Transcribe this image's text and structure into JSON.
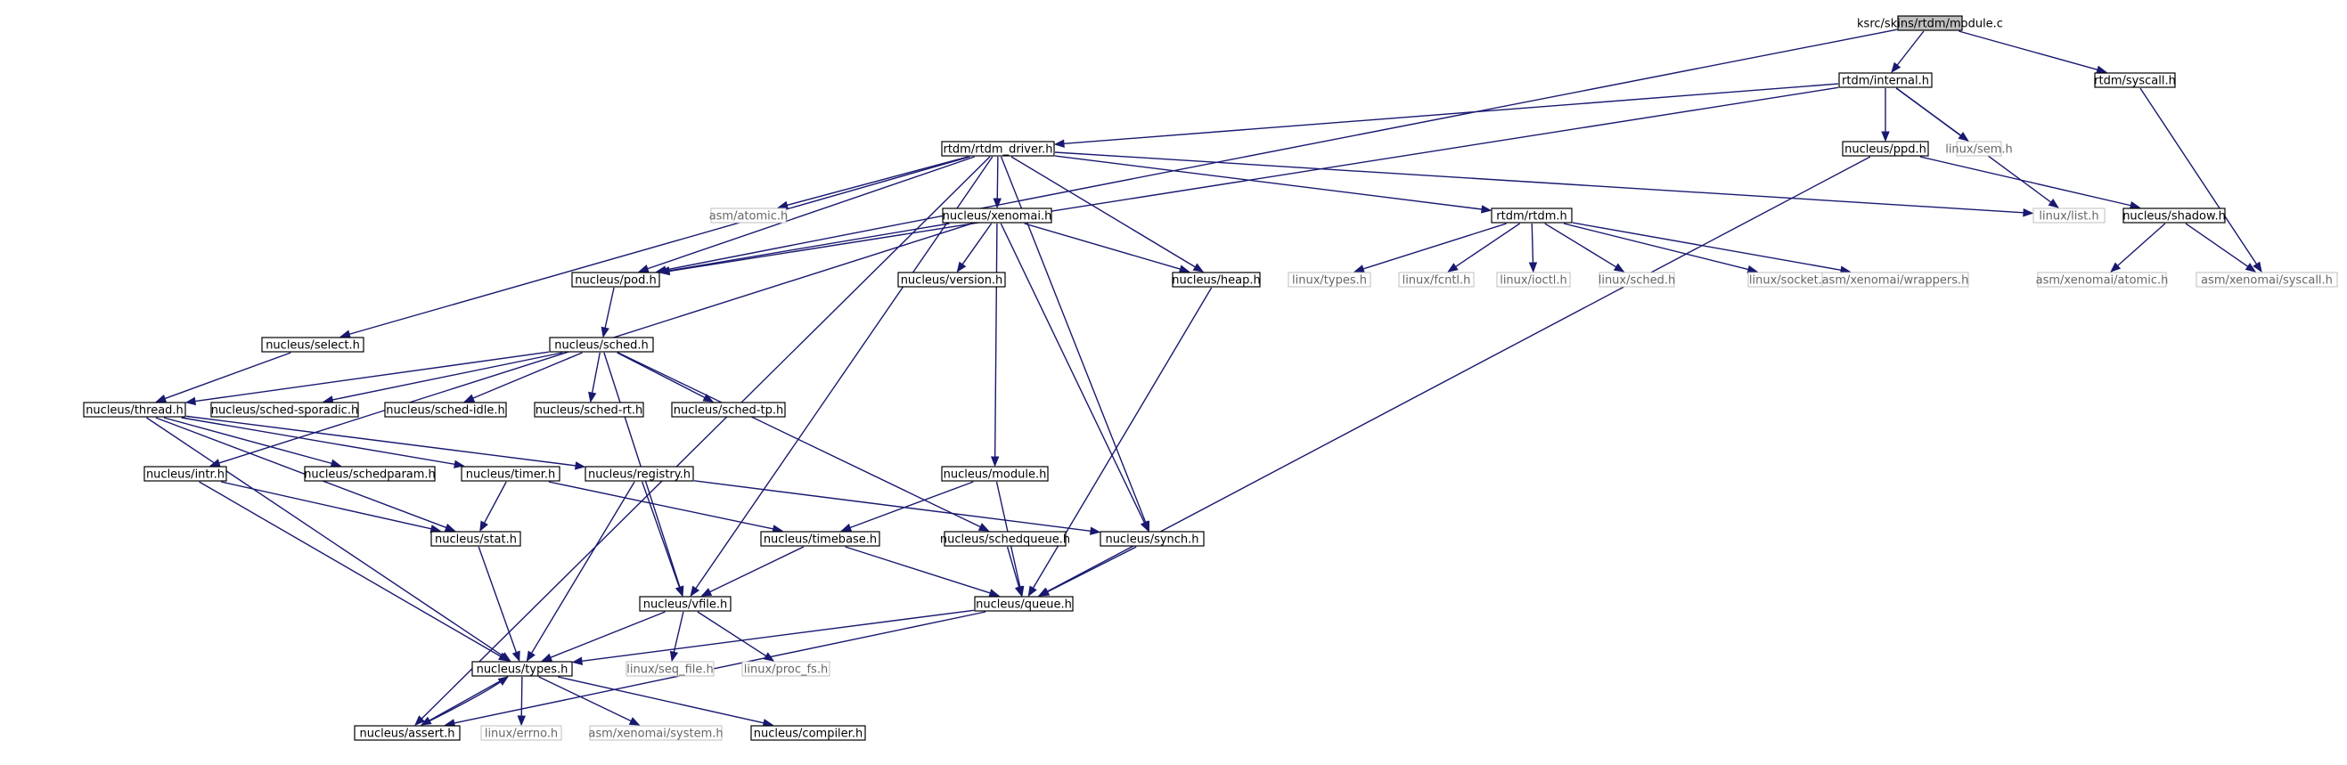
{
  "title": "ksrc/skins/rtdm/module.c",
  "colors": {
    "edge": "#191970",
    "root_fill": "#bfbfbf",
    "external_border": "#bfbfbf"
  },
  "nodes": [
    {
      "id": "root",
      "label": "ksrc/skins/rtdm/module.c",
      "kind": "root"
    },
    {
      "id": "internal",
      "label": "rtdm/internal.h",
      "kind": "local"
    },
    {
      "id": "syscall",
      "label": "rtdm/syscall.h",
      "kind": "local"
    },
    {
      "id": "rtdm_driver",
      "label": "rtdm/rtdm_driver.h",
      "kind": "local"
    },
    {
      "id": "ppd",
      "label": "nucleus/ppd.h",
      "kind": "local"
    },
    {
      "id": "linux_sem",
      "label": "linux/sem.h",
      "kind": "external"
    },
    {
      "id": "asm_atomic",
      "label": "asm/atomic.h",
      "kind": "external"
    },
    {
      "id": "xenomai",
      "label": "nucleus/xenomai.h",
      "kind": "local"
    },
    {
      "id": "rtdm_h",
      "label": "rtdm/rtdm.h",
      "kind": "local"
    },
    {
      "id": "linux_list",
      "label": "linux/list.h",
      "kind": "external"
    },
    {
      "id": "shadow",
      "label": "nucleus/shadow.h",
      "kind": "local"
    },
    {
      "id": "pod",
      "label": "nucleus/pod.h",
      "kind": "local"
    },
    {
      "id": "version",
      "label": "nucleus/version.h",
      "kind": "local"
    },
    {
      "id": "heap",
      "label": "nucleus/heap.h",
      "kind": "local"
    },
    {
      "id": "linux_types",
      "label": "linux/types.h",
      "kind": "external"
    },
    {
      "id": "linux_fcntl",
      "label": "linux/fcntl.h",
      "kind": "external"
    },
    {
      "id": "linux_ioctl",
      "label": "linux/ioctl.h",
      "kind": "external"
    },
    {
      "id": "linux_sched",
      "label": "linux/sched.h",
      "kind": "external"
    },
    {
      "id": "linux_socket",
      "label": "linux/socket.h",
      "kind": "external"
    },
    {
      "id": "asm_wrappers",
      "label": "asm/xenomai/wrappers.h",
      "kind": "external"
    },
    {
      "id": "asm_xatomic",
      "label": "asm/xenomai/atomic.h",
      "kind": "external"
    },
    {
      "id": "asm_xsyscall",
      "label": "asm/xenomai/syscall.h",
      "kind": "external"
    },
    {
      "id": "select",
      "label": "nucleus/select.h",
      "kind": "local"
    },
    {
      "id": "sched",
      "label": "nucleus/sched.h",
      "kind": "local"
    },
    {
      "id": "thread",
      "label": "nucleus/thread.h",
      "kind": "local"
    },
    {
      "id": "sched_sporadic",
      "label": "nucleus/sched-sporadic.h",
      "kind": "local"
    },
    {
      "id": "sched_idle",
      "label": "nucleus/sched-idle.h",
      "kind": "local"
    },
    {
      "id": "sched_rt",
      "label": "nucleus/sched-rt.h",
      "kind": "local"
    },
    {
      "id": "sched_tp",
      "label": "nucleus/sched-tp.h",
      "kind": "local"
    },
    {
      "id": "intr",
      "label": "nucleus/intr.h",
      "kind": "local"
    },
    {
      "id": "schedparam",
      "label": "nucleus/schedparam.h",
      "kind": "local"
    },
    {
      "id": "timer",
      "label": "nucleus/timer.h",
      "kind": "local"
    },
    {
      "id": "registry",
      "label": "nucleus/registry.h",
      "kind": "local"
    },
    {
      "id": "module",
      "label": "nucleus/module.h",
      "kind": "local"
    },
    {
      "id": "stat",
      "label": "nucleus/stat.h",
      "kind": "local"
    },
    {
      "id": "timebase",
      "label": "nucleus/timebase.h",
      "kind": "local"
    },
    {
      "id": "schedqueue",
      "label": "nucleus/schedqueue.h",
      "kind": "local"
    },
    {
      "id": "synch",
      "label": "nucleus/synch.h",
      "kind": "local"
    },
    {
      "id": "vfile",
      "label": "nucleus/vfile.h",
      "kind": "local"
    },
    {
      "id": "queue",
      "label": "nucleus/queue.h",
      "kind": "local"
    },
    {
      "id": "types",
      "label": "nucleus/types.h",
      "kind": "local"
    },
    {
      "id": "seq_file",
      "label": "linux/seq_file.h",
      "kind": "external"
    },
    {
      "id": "proc_fs",
      "label": "linux/proc_fs.h",
      "kind": "external"
    },
    {
      "id": "assert",
      "label": "nucleus/assert.h",
      "kind": "local"
    },
    {
      "id": "errno",
      "label": "linux/errno.h",
      "kind": "external"
    },
    {
      "id": "asm_system",
      "label": "asm/xenomai/system.h",
      "kind": "external"
    },
    {
      "id": "compiler",
      "label": "nucleus/compiler.h",
      "kind": "local"
    }
  ],
  "edges": [
    [
      "root",
      "internal"
    ],
    [
      "root",
      "syscall"
    ],
    [
      "root",
      "pod"
    ],
    [
      "internal",
      "rtdm_driver"
    ],
    [
      "internal",
      "ppd"
    ],
    [
      "internal",
      "linux_sem"
    ],
    [
      "internal",
      "linux_list"
    ],
    [
      "internal",
      "pod"
    ],
    [
      "syscall",
      "asm_xsyscall"
    ],
    [
      "rtdm_driver",
      "asm_atomic"
    ],
    [
      "rtdm_driver",
      "xenomai"
    ],
    [
      "rtdm_driver",
      "rtdm_h"
    ],
    [
      "rtdm_driver",
      "linux_list"
    ],
    [
      "rtdm_driver",
      "pod"
    ],
    [
      "rtdm_driver",
      "heap"
    ],
    [
      "rtdm_driver",
      "select"
    ],
    [
      "rtdm_driver",
      "synch"
    ],
    [
      "rtdm_driver",
      "vfile"
    ],
    [
      "rtdm_driver",
      "assert"
    ],
    [
      "ppd",
      "shadow"
    ],
    [
      "ppd",
      "queue"
    ],
    [
      "shadow",
      "asm_xatomic"
    ],
    [
      "shadow",
      "asm_xsyscall"
    ],
    [
      "xenomai",
      "pod"
    ],
    [
      "xenomai",
      "version"
    ],
    [
      "xenomai",
      "heap"
    ],
    [
      "xenomai",
      "intr"
    ],
    [
      "xenomai",
      "module"
    ],
    [
      "xenomai",
      "synch"
    ],
    [
      "rtdm_h",
      "linux_types"
    ],
    [
      "rtdm_h",
      "linux_fcntl"
    ],
    [
      "rtdm_h",
      "linux_ioctl"
    ],
    [
      "rtdm_h",
      "linux_sched"
    ],
    [
      "rtdm_h",
      "linux_socket"
    ],
    [
      "rtdm_h",
      "asm_wrappers"
    ],
    [
      "pod",
      "sched"
    ],
    [
      "heap",
      "queue"
    ],
    [
      "select",
      "thread"
    ],
    [
      "sched",
      "thread"
    ],
    [
      "sched",
      "sched_sporadic"
    ],
    [
      "sched",
      "sched_idle"
    ],
    [
      "sched",
      "sched_rt"
    ],
    [
      "sched",
      "sched_tp"
    ],
    [
      "sched",
      "schedqueue"
    ],
    [
      "sched",
      "vfile"
    ],
    [
      "thread",
      "schedparam"
    ],
    [
      "thread",
      "timer"
    ],
    [
      "thread",
      "registry"
    ],
    [
      "thread",
      "stat"
    ],
    [
      "thread",
      "types"
    ],
    [
      "intr",
      "stat"
    ],
    [
      "intr",
      "types"
    ],
    [
      "timer",
      "stat"
    ],
    [
      "timer",
      "timebase"
    ],
    [
      "registry",
      "synch"
    ],
    [
      "registry",
      "vfile"
    ],
    [
      "registry",
      "types"
    ],
    [
      "module",
      "timebase"
    ],
    [
      "module",
      "queue"
    ],
    [
      "stat",
      "types"
    ],
    [
      "timebase",
      "vfile"
    ],
    [
      "timebase",
      "queue"
    ],
    [
      "schedqueue",
      "queue"
    ],
    [
      "synch",
      "queue"
    ],
    [
      "queue",
      "types"
    ],
    [
      "queue",
      "assert"
    ],
    [
      "vfile",
      "types"
    ],
    [
      "vfile",
      "seq_file"
    ],
    [
      "vfile",
      "proc_fs"
    ],
    [
      "types",
      "assert"
    ],
    [
      "types",
      "errno"
    ],
    [
      "types",
      "asm_system"
    ],
    [
      "types",
      "compiler"
    ],
    [
      "assert",
      "types"
    ]
  ]
}
